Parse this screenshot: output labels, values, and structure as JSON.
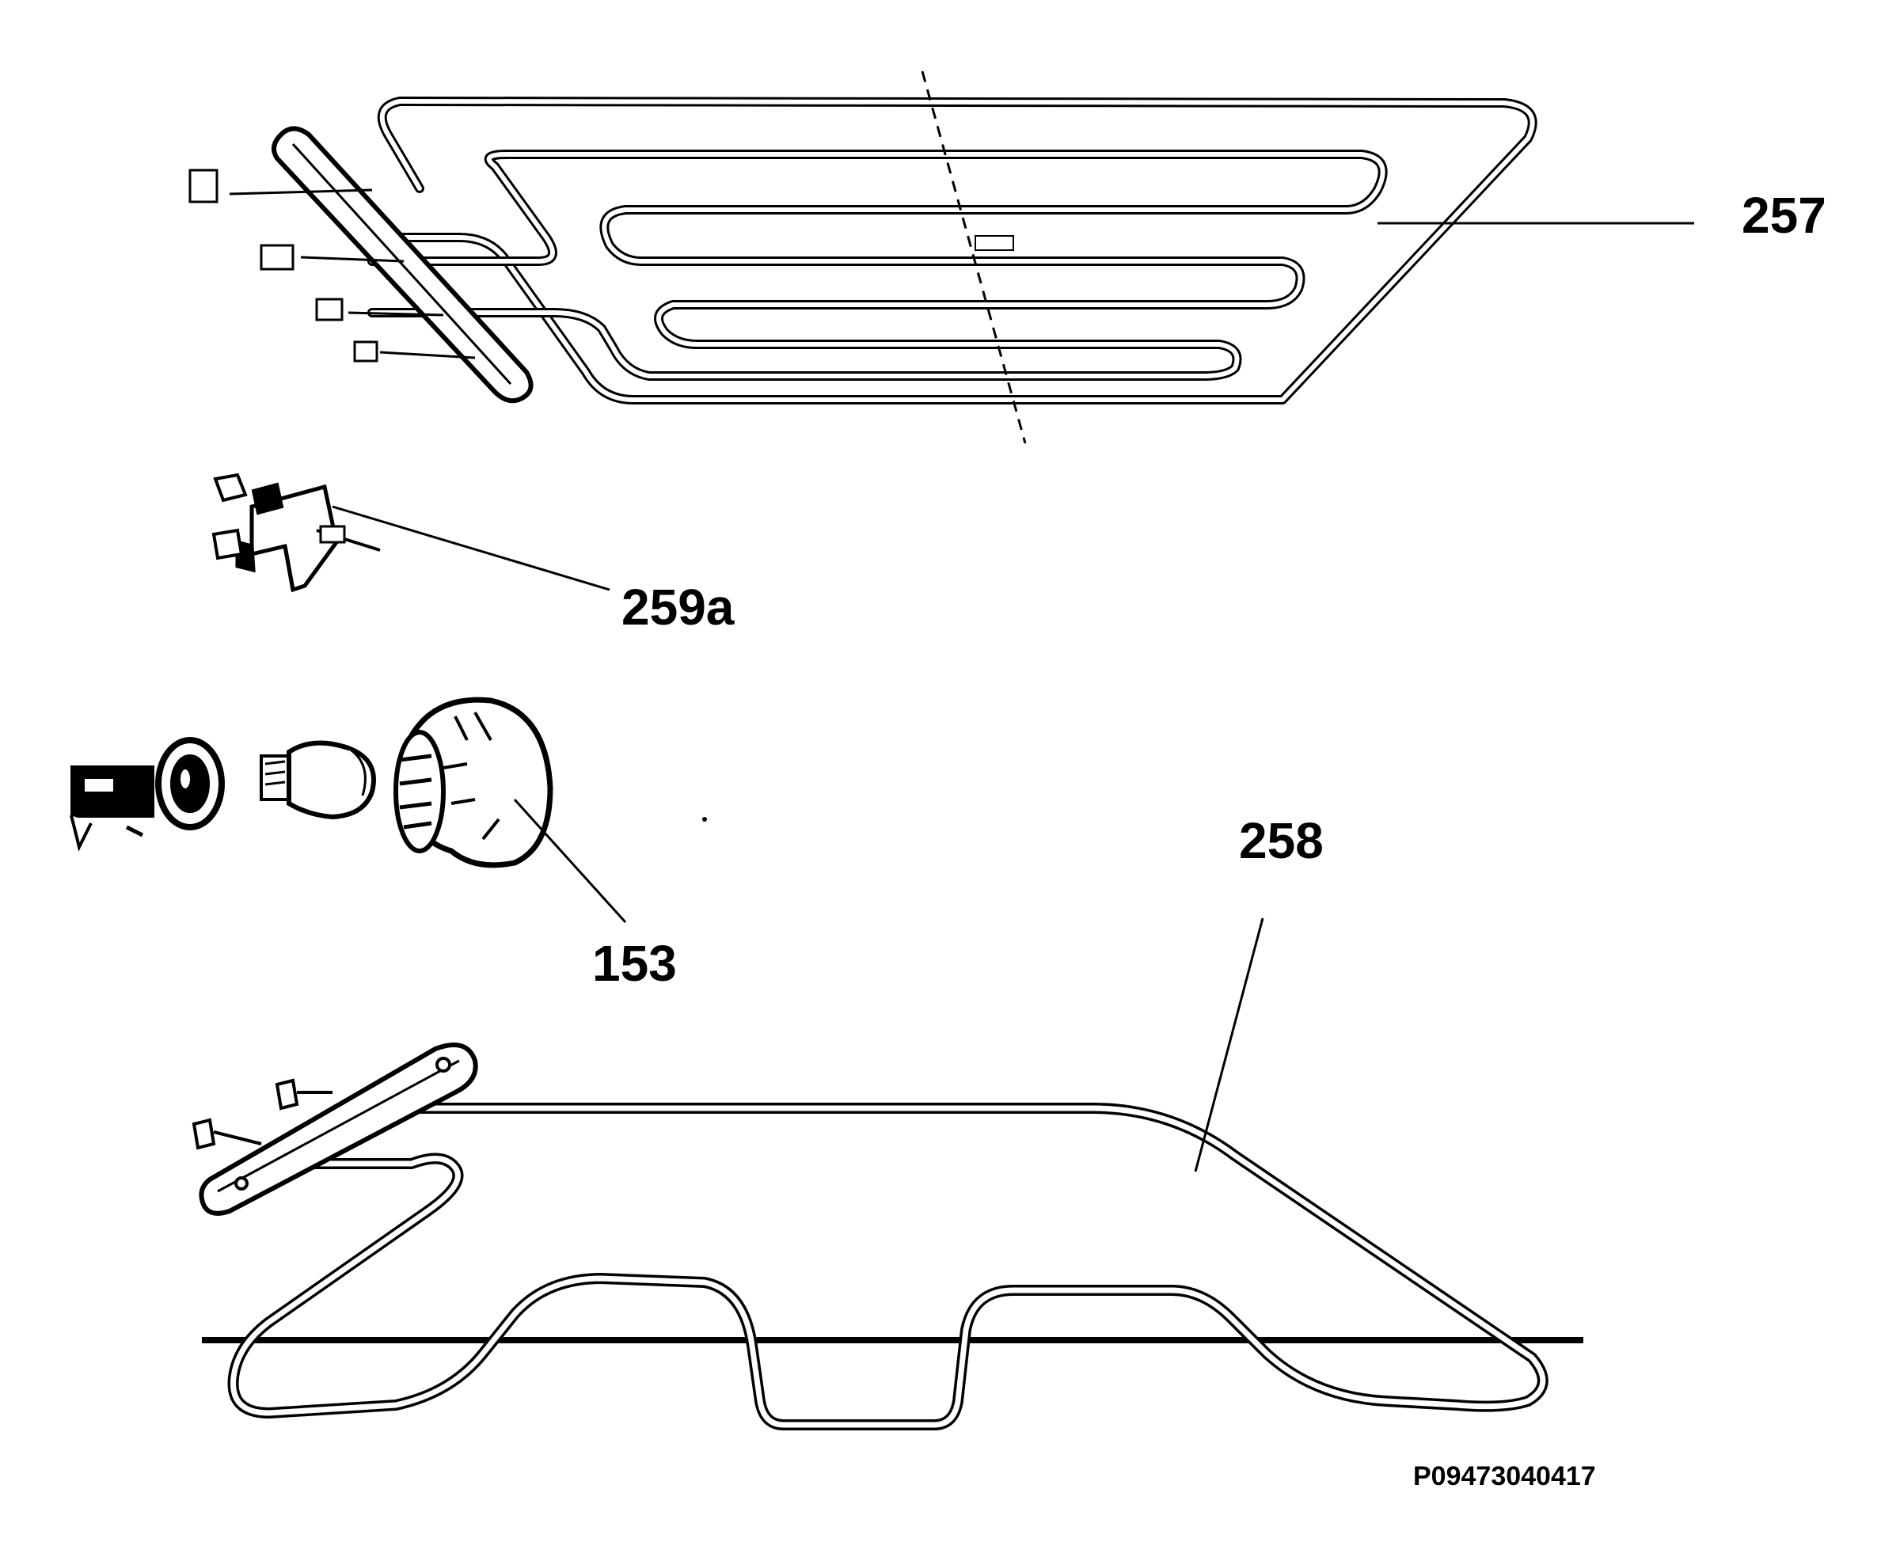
{
  "callouts": {
    "heating_element_top": "257",
    "thermostat_switch": "259a",
    "lamp_assembly": "153",
    "heating_element_bottom": "258"
  },
  "document_id": "P09473040417",
  "colors": {
    "ink": "#000000",
    "background": "#ffffff"
  }
}
